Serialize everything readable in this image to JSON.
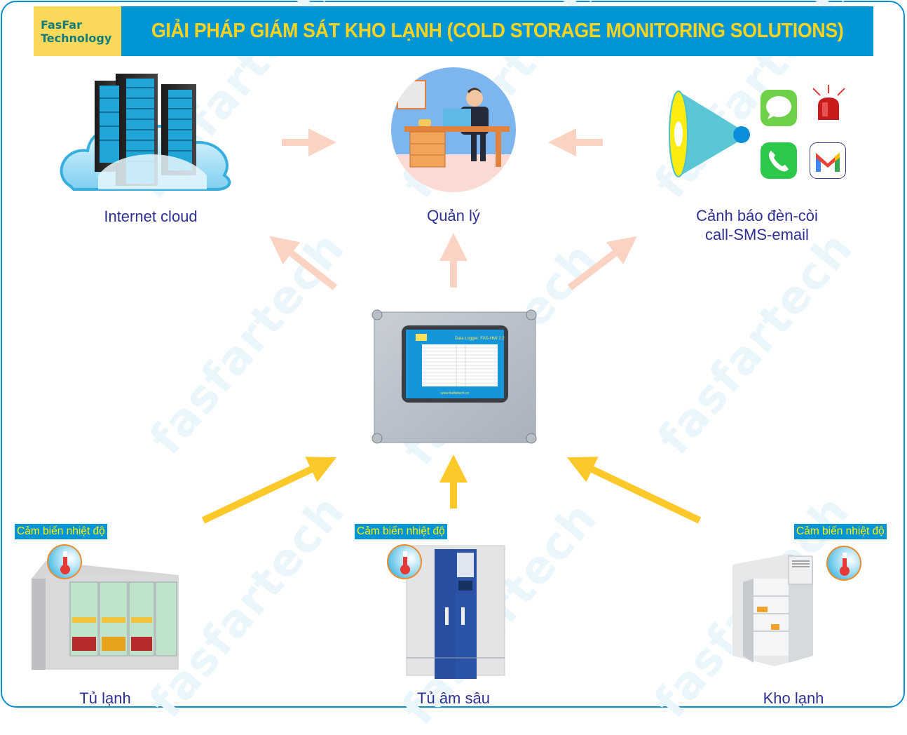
{
  "header": {
    "brand_line1": "FasFar",
    "brand_line2": "Technology",
    "title": "GIẢI PHÁP GIÁM SÁT KHO LẠNH (COLD STORAGE MONITORING SOLUTIONS)"
  },
  "watermark": "fasfartech",
  "colors": {
    "frame": "#0a8fd0",
    "title_bg": "#0096d6",
    "title_text": "#fcd31f",
    "brand_bg": "#fad95a",
    "brand_text": "#127a78",
    "label_text": "#2e3192",
    "output_arrow": "#fbd3c3",
    "input_arrow": "#fdc82a"
  },
  "top_nodes": [
    {
      "id": "cloud",
      "label": "Internet cloud",
      "icon": "server-cloud-icon"
    },
    {
      "id": "manager",
      "label": "Quản lý",
      "icon": "manager-desk-icon"
    },
    {
      "id": "alarm",
      "label_line1": "Cảnh báo đèn-còi",
      "label_line2": "call-SMS-email",
      "icons": [
        "megaphone-icon",
        "message-icon",
        "siren-icon",
        "phone-icon",
        "gmail-icon"
      ]
    }
  ],
  "center_device": {
    "name": "Data logger",
    "screen_title": "Data Logger: FAS-HMI 2.2",
    "screen_url": "www.fasfartech.vn"
  },
  "bottom_nodes": [
    {
      "id": "fridge",
      "label": "Tủ lạnh",
      "sensor_tag": "Cảm biến nhiệt độ"
    },
    {
      "id": "deep_freezer",
      "label": "Tủ âm sâu",
      "sensor_tag": "Cảm biến nhiệt độ"
    },
    {
      "id": "cold_room",
      "label": "Kho lạnh",
      "sensor_tag": "Cảm biến nhiệt độ"
    }
  ]
}
